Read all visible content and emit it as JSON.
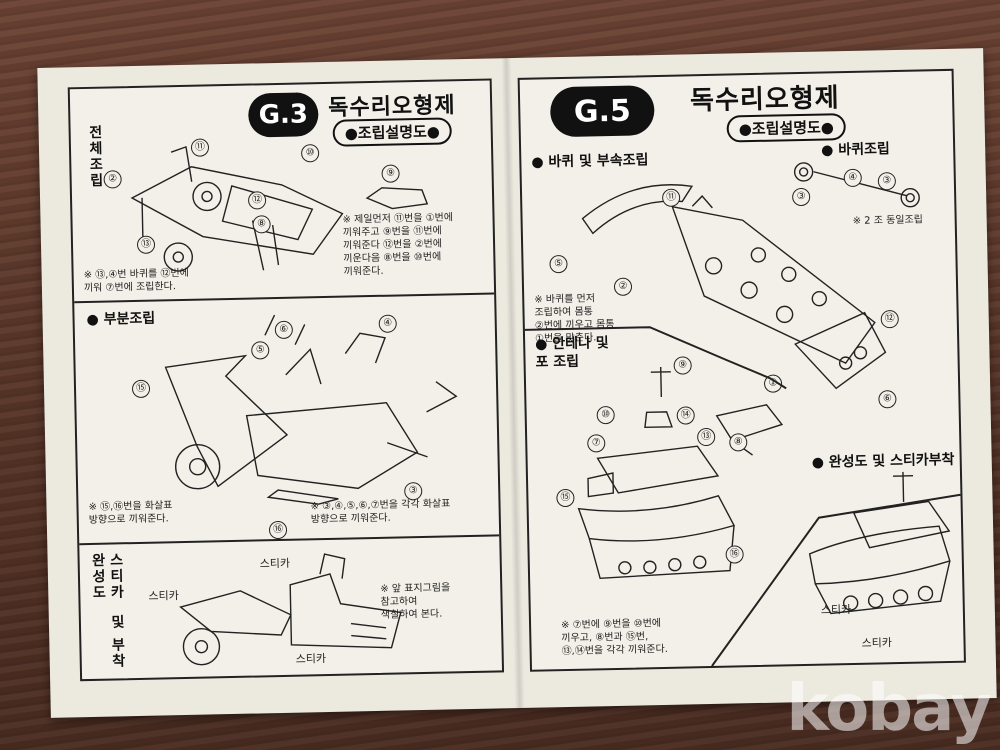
{
  "left": {
    "badge": "G.3",
    "title": "독수리오형제",
    "subtitle": "●조립설명도●",
    "sections": {
      "full_assembly": "전체조립",
      "part_assembly": "● 부분조립",
      "complete_sticker": "완성도 및 스티카부착",
      "complete_sticker_a": "완성도",
      "complete_sticker_b": "스티카",
      "complete_sticker_c": "및 부착"
    },
    "notes": {
      "first": "※ 제일먼저 ⑪번을 ①번에\n끼워주고 ⑨번을 ⑪번에\n끼워준다 ⑫번을 ②번에\n끼운다음 ⑧번을 ⑩번에\n끼워준다.",
      "wheel": "※ ⑬,④번 바퀴를 ⑫번에\n끼워 ⑦번에 조립한다.",
      "arrow1": "※ ⑮,⑯번을 화살표\n방향으로 끼워준다.",
      "arrow2": "※ ③,④,⑤,⑥,⑦번을 각각 화살표\n방향으로 끼워준다.",
      "sticker": "※ 앞 표지그림을\n참고하여\n색칠하여 본다."
    },
    "stickers": [
      "스티카",
      "스티카",
      "스티카"
    ],
    "numbers": [
      "⑪",
      "②",
      "⑩",
      "⑫",
      "⑧",
      "⑬",
      "⑨",
      "⑥",
      "④",
      "⑤",
      "⑮",
      "③",
      "⑯"
    ]
  },
  "right": {
    "badge": "G.5",
    "title": "독수리오형제",
    "subtitle": "●조립설명도●",
    "sections": {
      "wheel_parts": "● 바퀴 및 부속조립",
      "wheel": "● 바퀴조립",
      "antenna": "● 안테나 및\n포 조립",
      "complete": "● 완성도 및 스티카부착"
    },
    "notes": {
      "same": "※ 2 조 동일조립",
      "body": "※ 바퀴를 먼저\n조립하여 몸통\n②번에 끼우고 몸통\n①번을 맞춘다.",
      "antenna": "※ ⑦번에 ⑨번을 ⑩번에\n끼우고, ⑧번과 ⑮번,\n⑬,⑭번을 각각 끼워준다."
    },
    "stickers": [
      "스티카",
      "스티카"
    ],
    "numbers": [
      "⑪",
      "④",
      "③",
      "③",
      "⑤",
      "②",
      "⑫",
      "①",
      "⑥",
      "⑨",
      "⑩",
      "⑦",
      "⑭",
      "⑬",
      "⑧",
      "⑮",
      "⑯"
    ]
  },
  "watermark": "kobay"
}
